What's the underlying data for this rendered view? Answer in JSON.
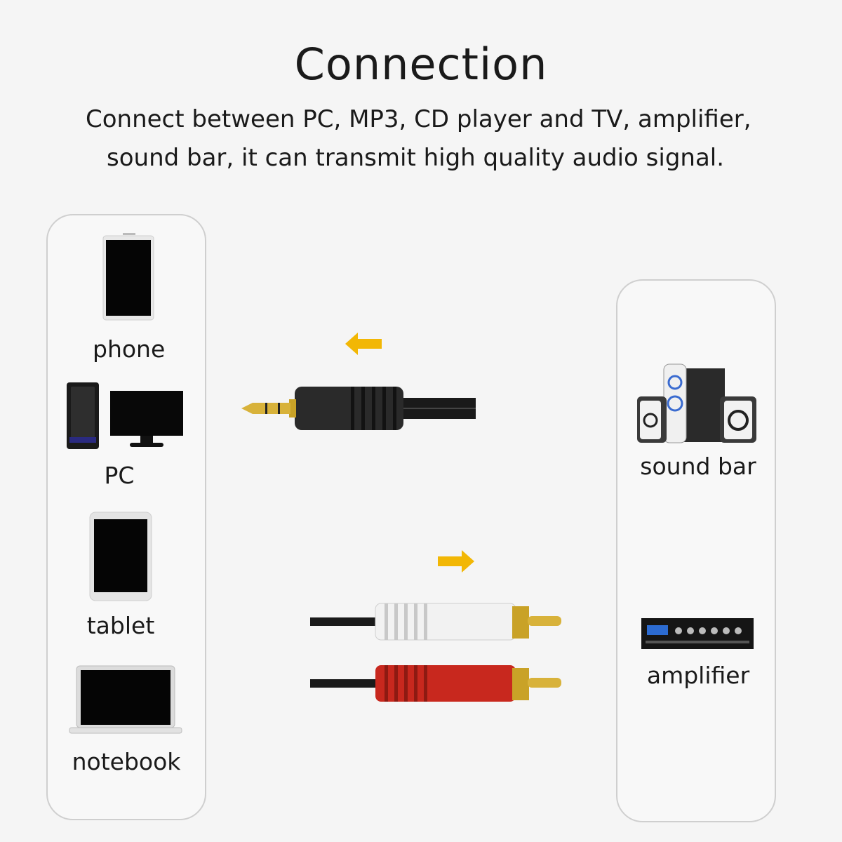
{
  "title": "Connection",
  "subtitle_line1": "Connect between PC, MP3, CD  player and TV, amplifier,",
  "subtitle_line2": "sound bar, it can transmit high quality audio signal.",
  "left_devices": [
    {
      "label": "phone",
      "icon": "phone-icon"
    },
    {
      "label": "PC",
      "icon": "pc-icon"
    },
    {
      "label": "tablet",
      "icon": "tablet-icon"
    },
    {
      "label": "notebook",
      "icon": "notebook-icon"
    }
  ],
  "right_devices": [
    {
      "label": "sound bar",
      "icon": "speaker-system-icon"
    },
    {
      "label": "amplifier",
      "icon": "amplifier-icon"
    }
  ],
  "colors": {
    "arrow": "#f2b705",
    "panel_border": "#cfcfcf",
    "plug_white": "#f0f0f0",
    "plug_red": "#c8281e",
    "gold": "#c9a227",
    "cable": "#222222"
  }
}
